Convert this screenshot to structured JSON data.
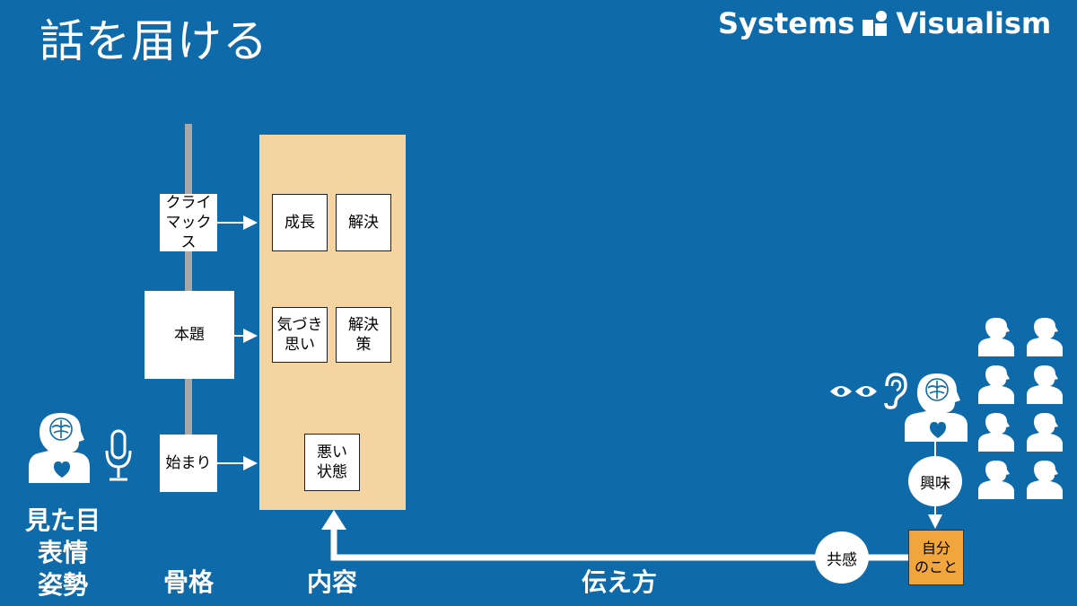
{
  "title": "話を届ける",
  "logo": {
    "left": "Systems",
    "right": "Visualism",
    "icon": "systems-visualism-icon"
  },
  "skeleton": {
    "climax": "クライ\nマックス",
    "main": "本題",
    "start": "始まり"
  },
  "content": {
    "growth": "成長",
    "resolution": "解決",
    "awareness": "気づき\n思い",
    "solution": "解決\n策",
    "bad_state": "悪い\n状態"
  },
  "audience": {
    "interest": "興味",
    "empathy": "共感",
    "personal": "自分\nのこと"
  },
  "labels": {
    "appearance": "見た目\n表情\n姿勢",
    "skeleton": "骨格",
    "content": "内容",
    "delivery": "伝え方"
  },
  "icons": [
    "speaker-head-icon",
    "microphone-icon",
    "eye-icon",
    "ear-icon",
    "listener-head-icon",
    "audience-person-icon"
  ],
  "colors": {
    "background": "#0f6aaa",
    "panel": "#f4d5a2",
    "accent": "#f0a53d"
  }
}
